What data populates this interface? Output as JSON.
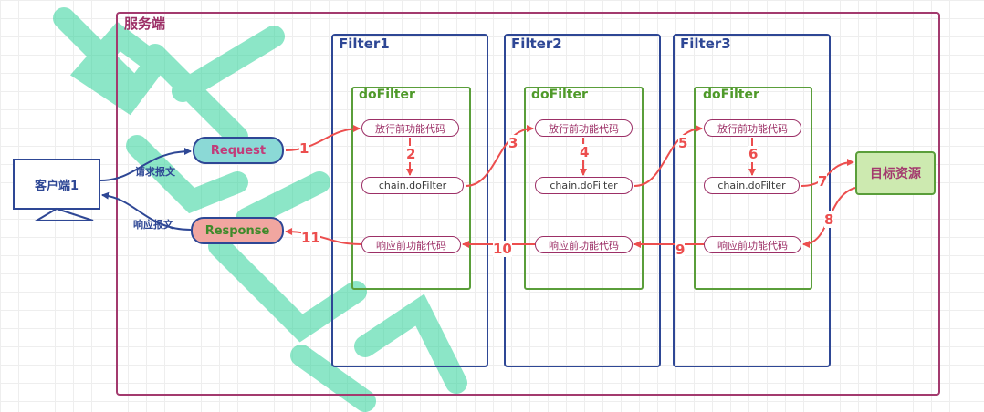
{
  "server": {
    "title": "服务端"
  },
  "client": {
    "label": "客户端1",
    "request_label": "请求报文",
    "response_label": "响应报文"
  },
  "request": "Request",
  "response": "Response",
  "target": "目标资源",
  "filters": [
    {
      "title": "Filter1",
      "do_filter_title": "doFilter",
      "pre_code": "放行前功能代码",
      "chain": "chain.doFilter",
      "post_code": "响应前功能代码"
    },
    {
      "title": "Filter2",
      "do_filter_title": "doFilter",
      "pre_code": "放行前功能代码",
      "chain": "chain.doFilter",
      "post_code": "响应前功能代码"
    },
    {
      "title": "Filter3",
      "do_filter_title": "doFilter",
      "pre_code": "放行前功能代码",
      "chain": "chain.doFilter",
      "post_code": "响应前功能代码"
    }
  ],
  "steps": [
    "1",
    "2",
    "3",
    "4",
    "5",
    "6",
    "7",
    "8",
    "9",
    "10",
    "11"
  ],
  "colors": {
    "arrow": "#ec4e4e",
    "server_border": "#a33a6e",
    "filter_border": "#2e4795",
    "dofilter_border": "#5a9e3a",
    "watermark": "#2fd39a"
  }
}
